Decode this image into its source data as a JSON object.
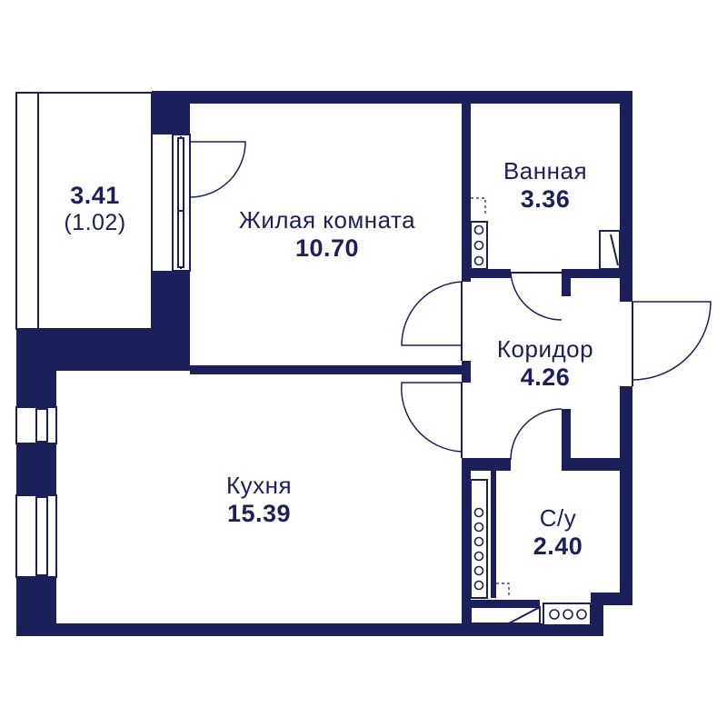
{
  "colors": {
    "walls": "#1b1f5a",
    "background": "#ffffff"
  },
  "rooms": {
    "balcony": {
      "area": "3.41",
      "sub_area": "(1.02)"
    },
    "living_room": {
      "name": "Жилая комната",
      "area": "10.70"
    },
    "bathroom": {
      "name": "Ванная",
      "area": "3.36"
    },
    "corridor": {
      "name": "Коридор",
      "area": "4.26"
    },
    "kitchen": {
      "name": "Кухня",
      "area": "15.39"
    },
    "wc": {
      "name": "С/у",
      "area": "2.40"
    }
  }
}
